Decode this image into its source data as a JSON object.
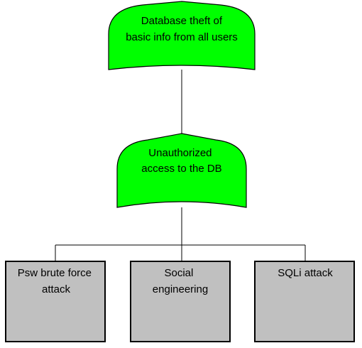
{
  "diagram": {
    "top_event": {
      "lines": [
        "Database theft of",
        "basic info from all users"
      ],
      "color": "#00ff00"
    },
    "intermediate_event": {
      "lines": [
        "Unauthorized",
        "access to the DB"
      ],
      "color": "#00ff00"
    },
    "leaves": [
      {
        "lines": [
          "Psw brute force",
          "attack"
        ],
        "color": "#c0c0c0"
      },
      {
        "lines": [
          "Social",
          "engineering"
        ],
        "color": "#c0c0c0"
      },
      {
        "lines": [
          "SQLi attack"
        ],
        "color": "#c0c0c0"
      }
    ]
  }
}
